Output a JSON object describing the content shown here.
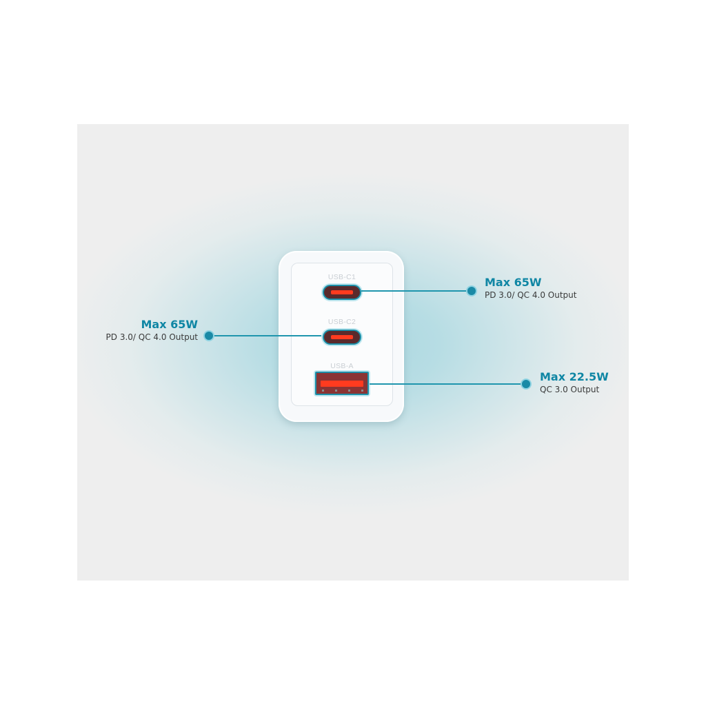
{
  "callouts": [
    {
      "title": "Max 65W",
      "subtitle": "PD 3.0/ QC 4.0 Output",
      "port": "USB-C1",
      "side": "right"
    },
    {
      "title": "Max 65W",
      "subtitle": "PD 3.0/ QC 4.0 Output",
      "port": "USB-C2",
      "side": "left"
    },
    {
      "title": "Max 22.5W",
      "subtitle": "QC 3.0 Output",
      "port": "USB-A",
      "side": "right"
    }
  ],
  "ports": {
    "c1": "USB-C1",
    "c2": "USB-C2",
    "a": "USB-A"
  },
  "colors": {
    "accent": "#0f86a4",
    "port_orange": "#ff3b1f",
    "background_glow": "#a9d6df",
    "panel": "#eeeeee"
  }
}
